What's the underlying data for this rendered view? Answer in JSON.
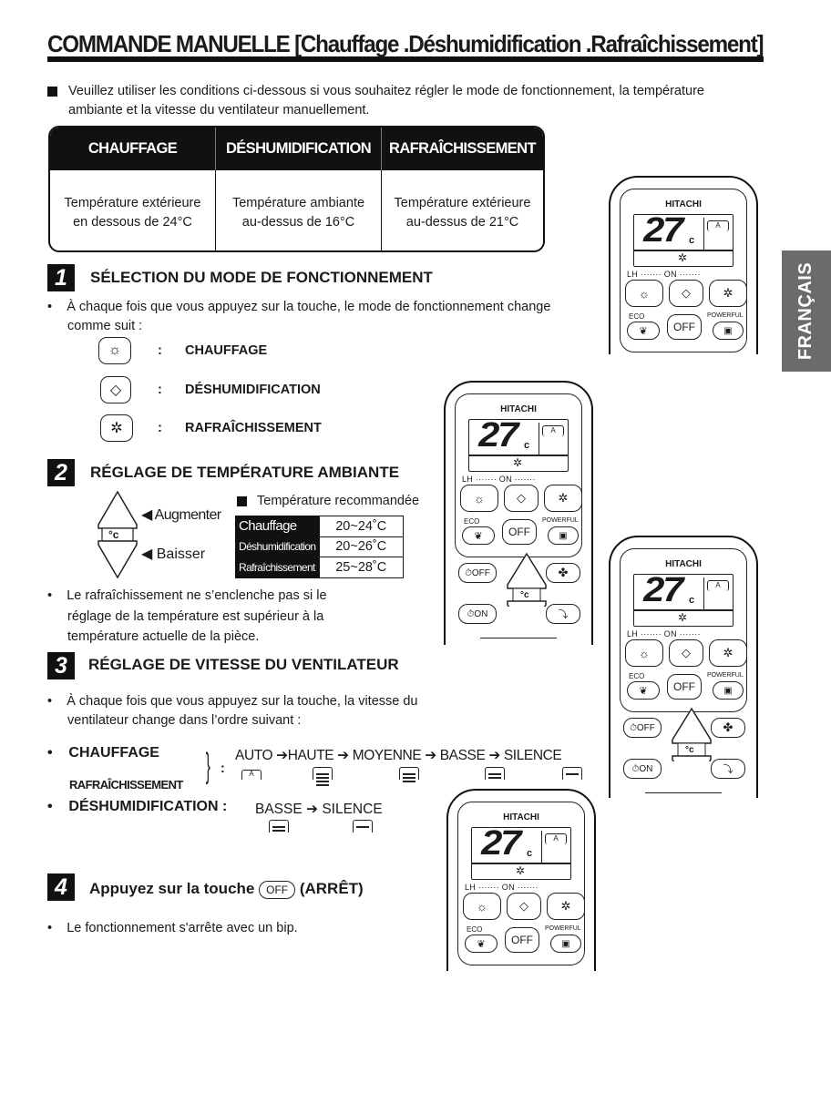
{
  "title": "COMMANDE MANUELLE [Chauffage .Déshumidification .Rafraîchissement]",
  "intro": [
    "Veuillez utiliser les conditions ci-dessous si vous souhaitez régler le mode de fonctionnement, la température",
    "ambiante et la vitesse du ventilateur manuellement."
  ],
  "conditions": {
    "headers": [
      "CHAUFFAGE",
      "DÉSHUMIDIFICATION",
      "RAFRAÎCHISSEMENT"
    ],
    "cells": [
      [
        "Température extérieure",
        "en dessous de 24°C"
      ],
      [
        "Température ambiante",
        "au-dessus de 16°C"
      ],
      [
        "Température extérieure",
        "au-dessus de 21°C"
      ]
    ]
  },
  "side_tab": "FRANÇAIS",
  "s1": {
    "num": "1",
    "heading": "SÉLECTION DU MODE DE FONCTIONNEMENT",
    "text": [
      "À chaque fois que vous appuyez sur la touche, le mode de fonctionnement change",
      "comme suit :"
    ],
    "modes": [
      {
        "icon": "☼",
        "label": "CHAUFFAGE"
      },
      {
        "icon": "◇",
        "label": "DÉSHUMIDIFICATION"
      },
      {
        "icon": "✲",
        "label": "RAFRAÎCHISSEMENT"
      }
    ],
    "colon": ":"
  },
  "s2": {
    "num": "2",
    "heading": "RÉGLAGE DE TEMPÉRATURE AMBIANTE",
    "up": "◀ Augmenter",
    "down": "◀ Baisser",
    "unit": "°c",
    "rec_title": "Température recommandée",
    "rec": [
      {
        "mode": "Chauffage",
        "range": "20~24˚C"
      },
      {
        "mode": "Déshumidification",
        "range": "20~26˚C"
      },
      {
        "mode": "Rafraîchissement",
        "range": "25~28˚C"
      }
    ],
    "note": [
      "Le rafraîchissement ne s’enclenche pas si le",
      "réglage de la température est supérieur à la",
      "température actuelle de la pièce."
    ]
  },
  "s3": {
    "num": "3",
    "heading": "RÉGLAGE DE VITESSE DU VENTILATEUR",
    "text": [
      "À chaque fois que vous appuyez sur la touche, la vitesse du",
      "ventilateur change dans l’ordre suivant :"
    ],
    "heat": "CHAUFFAGE",
    "cool": "RAFRAÎCHISSEMENT",
    "colon": ":",
    "speeds": [
      "AUTO",
      "HAUTE",
      "MOYENNE",
      "BASSE",
      "SILENCE"
    ],
    "dry": "DÉSHUMIDIFICATION :",
    "dry_speeds": [
      "BASSE",
      "SILENCE"
    ],
    "arrow": "➔",
    "auto_mark": "A"
  },
  "s4": {
    "num": "4",
    "text_a": "Appuyez sur la touche",
    "off": "OFF",
    "text_b": "(ARRÊT)",
    "note": "Le fonctionnement s'arrête avec un bip."
  },
  "remote": {
    "brand": "HITACHI",
    "temp": "27",
    "unit": "c",
    "on_line": "LH ······· ON ·······",
    "eco": "ECO",
    "off": "OFF",
    "powerful": "POWERFUL",
    "timer_off": "⏱OFF",
    "timer_on": "⏱ON",
    "fan_auto": "A",
    "temp_unit": "°c"
  }
}
